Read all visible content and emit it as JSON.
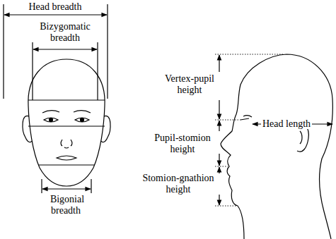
{
  "diagram": {
    "labels": [
      "Head breadth",
      "Bizygomatic breadth",
      "Bigonial breadth",
      "Vertex-pupil height",
      "Head length",
      "Pupil-stomion height",
      "Stomion-gnathion height"
    ]
  }
}
